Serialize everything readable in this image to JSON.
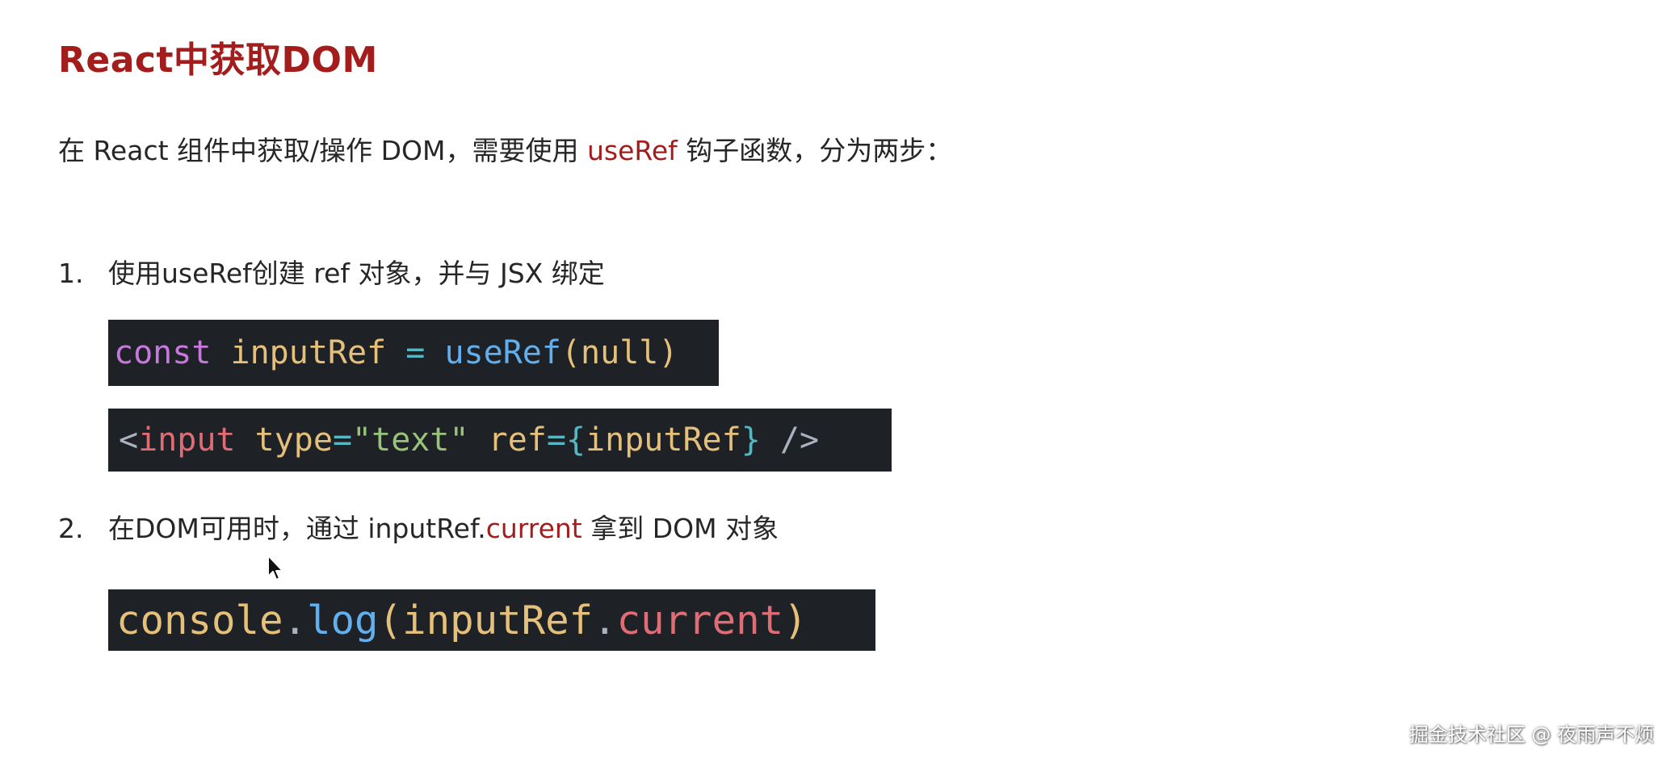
{
  "title": "React中获取DOM",
  "intro": {
    "before": "在 React 组件中获取/操作 DOM，需要使用 ",
    "highlight": "useRef",
    "after": " 钩子函数，分为两步："
  },
  "steps": [
    {
      "number": "1.",
      "text": "使用useRef创建 ref 对象，并与 JSX 绑定"
    },
    {
      "number": "2.",
      "text_before": "在DOM可用时，通过 inputRef.",
      "highlight": "current",
      "text_after": " 拿到 DOM 对象"
    }
  ],
  "code": {
    "line1": {
      "kw": "const",
      "var": "inputRef",
      "op": "=",
      "fn": "useRef",
      "open": "(",
      "arg": "null",
      "close": ")"
    },
    "line2": {
      "lt": "<",
      "tag": "input",
      "attr1": "type",
      "eq1": "=",
      "str": "\"text\"",
      "attr2": "ref",
      "eq2": "=",
      "lbrace": "{",
      "val": "inputRef",
      "rbrace": "}",
      "end": "/>"
    },
    "line3": {
      "obj": "console",
      "dot1": ".",
      "fn": "log",
      "open": "(",
      "arg": "inputRef",
      "dot2": ".",
      "prop": "current",
      "close": ")"
    }
  },
  "watermark": "掘金技术社区 @ 夜雨声不烦",
  "colors": {
    "accent": "#a31d1d",
    "code_bg": "#1e2227",
    "keyword": "#c678dd",
    "variable": "#e5c07b",
    "function": "#61afef",
    "string": "#98c379",
    "tag": "#e06c75"
  },
  "icons": {
    "cursor": "mouse-pointer-icon"
  }
}
